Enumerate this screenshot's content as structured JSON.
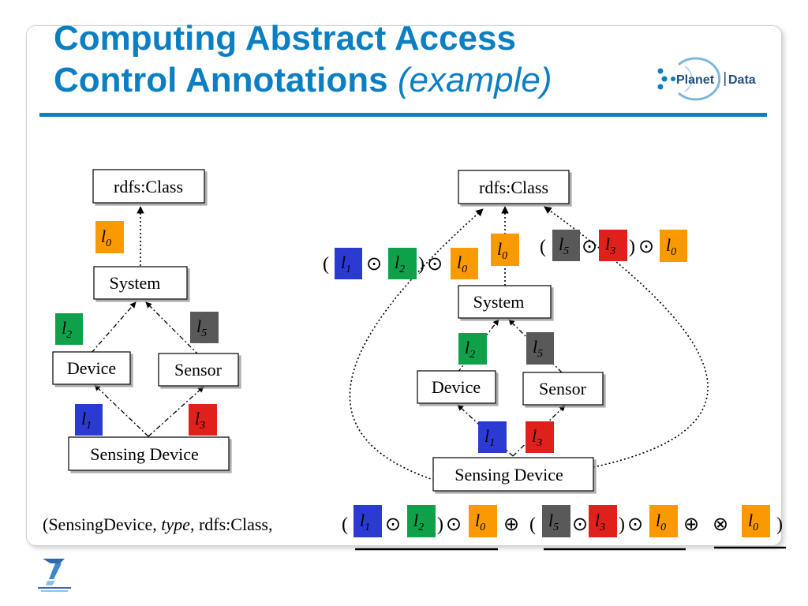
{
  "title": {
    "line1": "Computing Abstract Access",
    "line2": "Control Annotations",
    "line2_suffix": "(example)"
  },
  "logo": {
    "text_planet": "Planet",
    "text_data": "Data"
  },
  "colors": {
    "accent": "#0b7fc2",
    "blue": "#2b3bd1",
    "green": "#0fa14a",
    "grey": "#595959",
    "red": "#e0201b",
    "orange": "#fb9a00"
  },
  "left_graph": {
    "nodes": {
      "rdfs_class": "rdfs:Class",
      "system": "System",
      "device": "Device",
      "sensor": "Sensor",
      "sensing_device": "Sensing Device"
    },
    "labels": {
      "l0": "0",
      "l2": "2",
      "l5": "5",
      "l1": "1",
      "l3": "3"
    }
  },
  "right_graph": {
    "nodes": {
      "rdfs_class": "rdfs:Class",
      "system": "System",
      "device": "Device",
      "sensor": "Sensor",
      "sensing_device": "Sensing Device"
    },
    "labels": {
      "l0": "0",
      "l2": "2",
      "l5": "5",
      "l1": "1",
      "l3": "3"
    },
    "left_expr": {
      "open": "(",
      "a": "1",
      "op1": "⊙",
      "b": "2",
      "close": ")",
      "op2": "⊙",
      "c": "0"
    },
    "right_expr": {
      "open": "(",
      "a": "5",
      "op1": "⊙",
      "b": "3",
      "close": ")",
      "op2": "⊙",
      "c": "0"
    }
  },
  "formula": {
    "prefix_start": "(SensingDevice, ",
    "prefix_type": "type",
    "prefix_end": ", rdfs:Class,",
    "open1": "(",
    "odot": "⊙",
    "close": ")",
    "oplus": "⊕",
    "otimes": "⊗",
    "t1": [
      "1",
      "2",
      "0"
    ],
    "t2": [
      "5",
      "3",
      "0"
    ],
    "t3": "0",
    "final_close": ")"
  }
}
